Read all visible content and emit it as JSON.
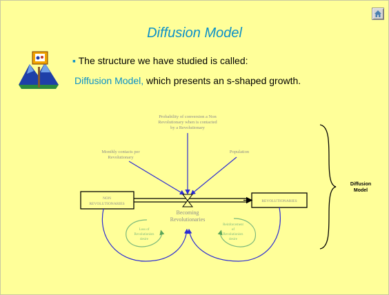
{
  "slide": {
    "title": "Diffusion Model",
    "bullet": "▪",
    "line1": "The structure we have studied is called:",
    "line2_model": "Diffusion Model,",
    "line2_rest": " which presents an s-shaped growth."
  },
  "toolbar": {
    "home_icon": "home-icon"
  },
  "diagram": {
    "prob_label": [
      "Probability of conversion a Non",
      "Revolutionary when is contacted",
      "by a Revolutionary"
    ],
    "contacts_label": [
      "Monthly contacts per",
      "Revolutionary"
    ],
    "population_label": "Population",
    "stock_left": [
      "NON",
      "REVOLUTIONARIES"
    ],
    "stock_right": "REVOLUTIONARIES",
    "flow_label": [
      "Becoming",
      "Revolutionaries"
    ],
    "loop_left": [
      "Loss of",
      "Revolutionists",
      "desire"
    ],
    "loop_right": [
      "Reinforcement",
      "of",
      "Revolutionists",
      "desire"
    ],
    "side_label": [
      "Diffusion",
      "Model"
    ]
  },
  "colors": {
    "background": "#ffff99",
    "title": "#0b90c8",
    "arrow_blue": "#2a2ad4",
    "loop_green": "#7bb87b",
    "label_gray": "#8a8a8a"
  }
}
